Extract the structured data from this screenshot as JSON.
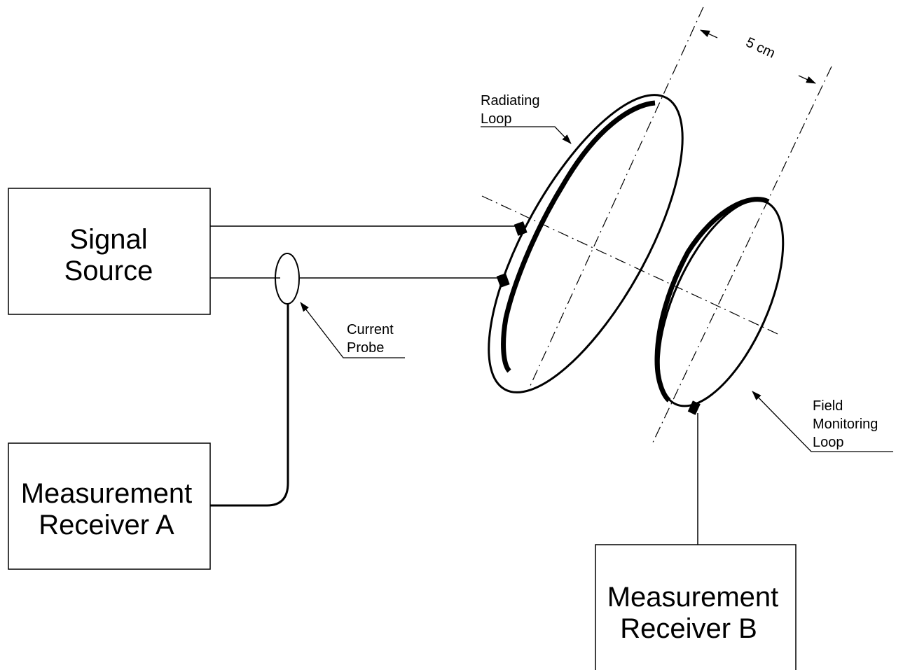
{
  "boxes": {
    "signal_source": {
      "line1": "Signal",
      "line2": "Source"
    },
    "receiver_a": {
      "line1": "Measurement",
      "line2": "Receiver A"
    },
    "receiver_b": {
      "line1": "Measurement",
      "line2": "Receiver B"
    }
  },
  "labels": {
    "radiating_loop": {
      "line1": "Radiating",
      "line2": "Loop"
    },
    "current_probe": {
      "line1": "Current",
      "line2": "Probe"
    },
    "field_monitoring_loop": {
      "line1": "Field",
      "line2": "Monitoring",
      "line3": "Loop"
    },
    "distance": "5 cm"
  }
}
